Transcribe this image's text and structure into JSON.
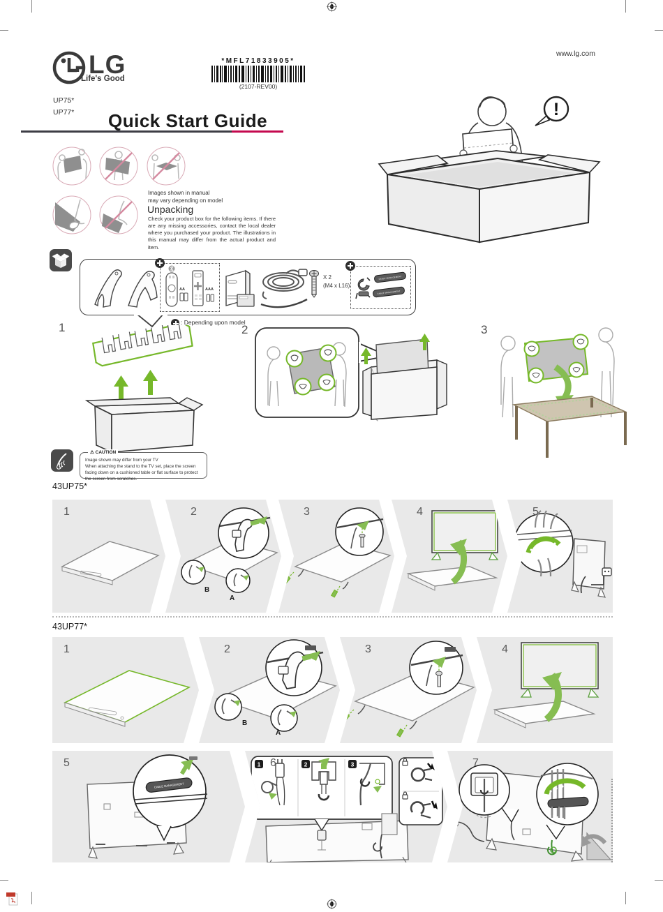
{
  "header": {
    "brand": "LG",
    "tagline": "Life's Good",
    "website": "www.lg.com",
    "barcode_text": "*MFL71833905*",
    "barcode_rev": "(2107-REV00)",
    "models": [
      "UP75*",
      "UP77*"
    ],
    "title": "Quick Start Guide"
  },
  "unpacking": {
    "note_line1": "Images shown in manual",
    "note_line2": "may vary depending on model",
    "heading": "Unpacking",
    "body": "Check your product box for the following items. If there are any missing accessories, contact the local dealer where you purchased your product. The illustrations in this manual may differ from the actual product and item.",
    "alert_mark": "!"
  },
  "accessories": {
    "battery_aa": "AA",
    "battery_aaa": "AAA",
    "screw_qty": "X 2",
    "screw_size": "(M4 x L16)",
    "depending_note": ": Depending upon model",
    "cable_mgmt_label": "CABLE MANAGEMENT"
  },
  "main_steps": {
    "s1": "1",
    "s2": "2",
    "s3": "3"
  },
  "caution": {
    "symbol": "⚠",
    "label": "CAUTION",
    "line1": "Image shown may differ from your TV",
    "line2": "When attaching the stand to the TV set, place the screen facing down on a cushioned table or flat surface to protect the screen from scratches."
  },
  "up75": {
    "heading": "43UP75*",
    "steps": [
      "1",
      "2",
      "3",
      "4",
      "5"
    ],
    "label_b": "B",
    "label_a": "A"
  },
  "up77": {
    "heading": "43UP77*",
    "row1_steps": [
      "1",
      "2",
      "3",
      "4"
    ],
    "row2_steps": [
      "5",
      "6",
      "7"
    ],
    "label_b": "B",
    "label_a": "A",
    "substeps": [
      "1",
      "2",
      "3"
    ]
  },
  "colors": {
    "accent_green": "#76b82a",
    "brand_pink": "#c4094e",
    "panel_gray": "#e9e9e9"
  }
}
